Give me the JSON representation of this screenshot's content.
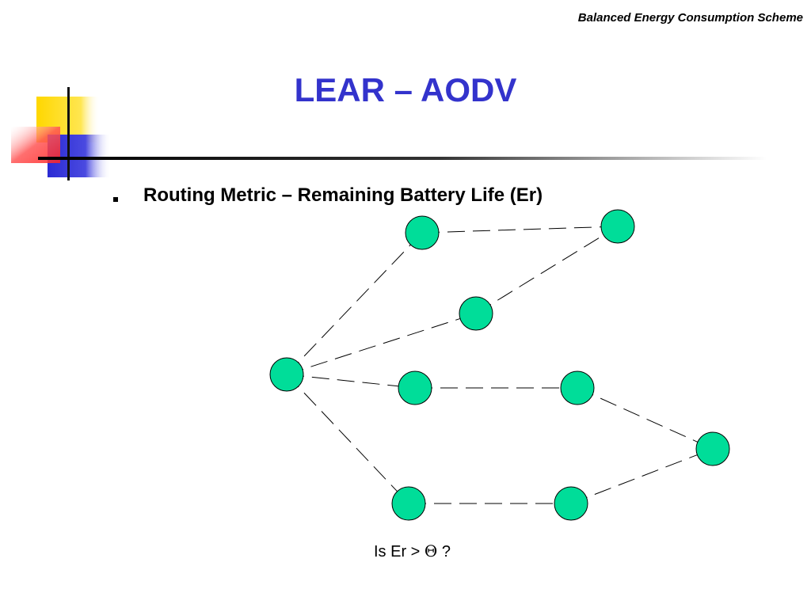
{
  "header": {
    "scheme_label": "Balanced Energy Consumption Scheme"
  },
  "title": "LEAR – AODV",
  "bullet": {
    "text": "Routing Metric – Remaining Battery Life (Er)"
  },
  "question": {
    "prefix": "Is Er > ",
    "symbol": "Θ",
    "suffix": " ?"
  },
  "colors": {
    "title": "#3333cc",
    "node_fill": "#00dd99",
    "deco_yellow": "#ffd700",
    "deco_blue": "#2b2bd4",
    "deco_red": "#ff4444"
  },
  "network": {
    "nodes": [
      "source",
      "top-mid",
      "top-right",
      "mid-upper",
      "center-left",
      "center-right",
      "far-right",
      "bottom-left",
      "bottom-right"
    ],
    "links": [
      [
        "source",
        "top-mid"
      ],
      [
        "top-mid",
        "top-right"
      ],
      [
        "source",
        "mid-upper"
      ],
      [
        "mid-upper",
        "top-right"
      ],
      [
        "source",
        "center-left"
      ],
      [
        "center-left",
        "center-right"
      ],
      [
        "center-right",
        "far-right"
      ],
      [
        "source",
        "bottom-left"
      ],
      [
        "bottom-left",
        "bottom-right"
      ],
      [
        "bottom-right",
        "far-right"
      ]
    ]
  }
}
